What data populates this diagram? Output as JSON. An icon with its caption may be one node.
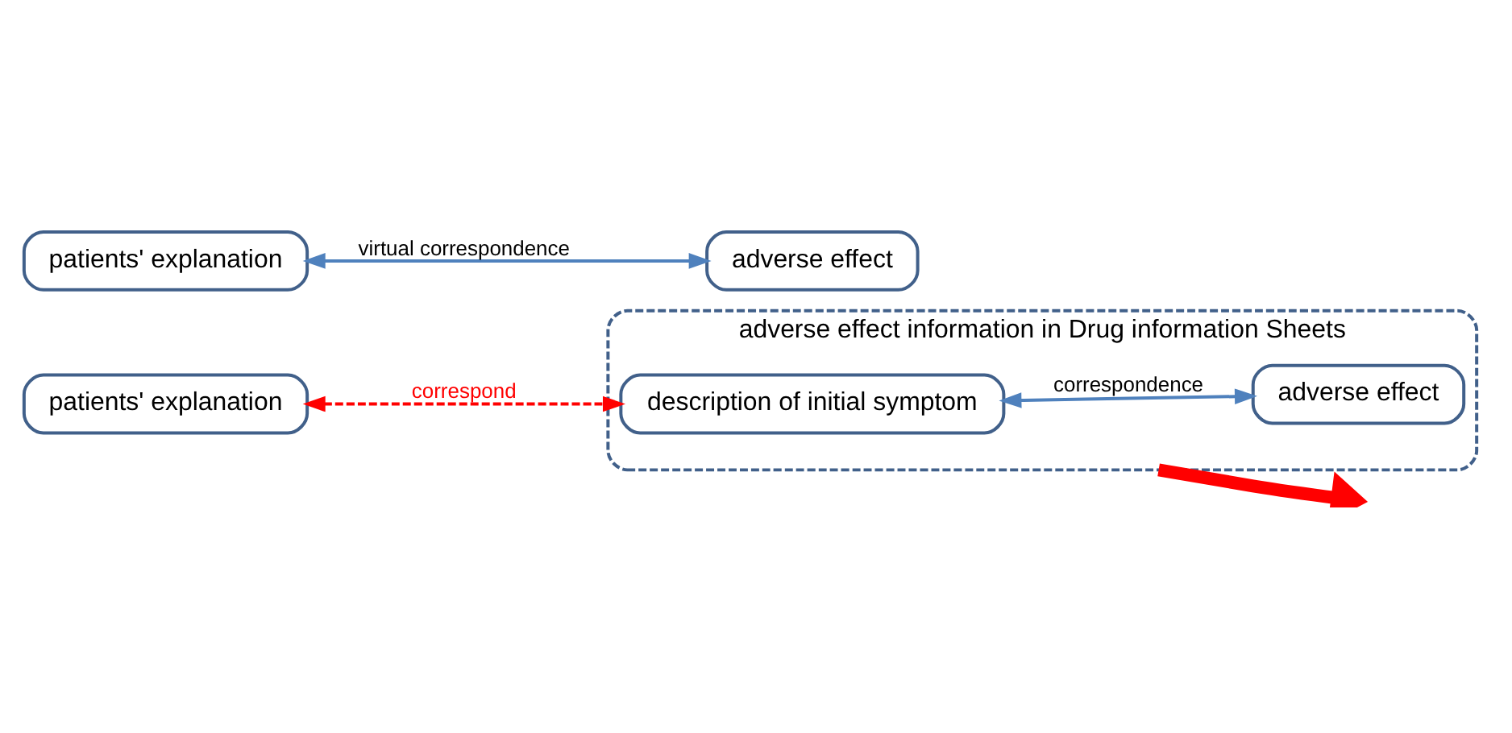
{
  "diagram": {
    "nodes": [
      {
        "text": [
          "patients' explanation"
        ]
      },
      {
        "text": [
          "adverse effect information in Drug information Sheets"
        ]
      },
      {
        "text": [
          "description of initial symptom"
        ],
        "in": 1
      },
      {
        "text": [
          "adverse effect"
        ],
        "in": 1
      },
      {
        "text": [
          "patients' explanation"
        ]
      },
      {
        "text": [
          "adverse effect"
        ]
      }
    ],
    "edges": [
      {
        "from": 0,
        "to": 2,
        "arrow": "both",
        "label": "correspond",
        "style": "dashed",
        "color": "#ff0000"
      },
      {
        "from": 2,
        "to": 3,
        "arrow": "both",
        "label": "correspondence",
        "color": "#4f81bd"
      },
      {
        "from": 1,
        "to": null,
        "arrow": "to",
        "style": "thick",
        "color": "#ff0000"
      },
      {
        "from": 4,
        "to": 5,
        "arrow": "both",
        "label": "virtual correspondence",
        "color": "#4f81bd"
      }
    ]
  }
}
